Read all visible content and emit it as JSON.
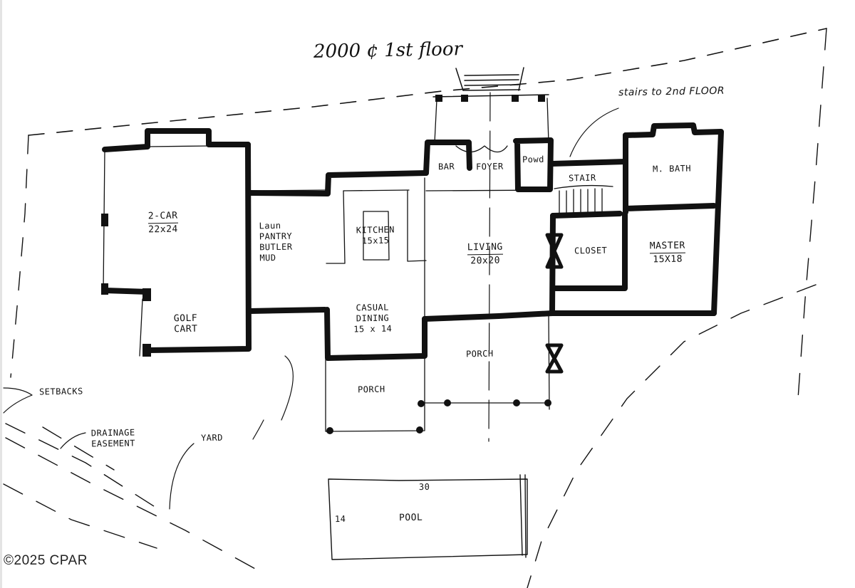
{
  "title": "2000 ¢ 1st floor",
  "annotations": {
    "stairs_note": "stairs to 2nd FLOOR",
    "setbacks": "SETBACKS",
    "drainage": [
      "DRAINAGE",
      "EASEMENT"
    ],
    "yard": "YARD"
  },
  "rooms": {
    "garage": {
      "name": "2-CAR",
      "dims": "22x24"
    },
    "golf_cart": {
      "lines": [
        "GOLF",
        "CART"
      ]
    },
    "utility": {
      "lines": [
        "Laun",
        "PANTRY",
        "BUTLER",
        "MUD"
      ]
    },
    "kitchen": {
      "name": "KITCHEN",
      "dims": "15x15"
    },
    "casual_dining": {
      "lines": [
        "CASUAL",
        "DINING",
        "15 x 14"
      ]
    },
    "bar": {
      "name": "BAR"
    },
    "foyer": {
      "name": "FOYER"
    },
    "powder": {
      "name": "Powd"
    },
    "stair": {
      "name": "STAIR"
    },
    "living": {
      "name": "LIVING",
      "dims": "20x20"
    },
    "closet": {
      "name": "CLOSET"
    },
    "master_bath": {
      "name": "M. BATH"
    },
    "master": {
      "name": "MASTER",
      "dims": "15X18"
    },
    "porch_left": {
      "name": "PORCH"
    },
    "porch_center": {
      "name": "PORCH"
    }
  },
  "pool": {
    "name": "POOL",
    "length": "30",
    "width": "14"
  },
  "copyright": "©2025 CPAR",
  "colors": {
    "ink": "#111111",
    "background": "#ffffff",
    "light_line": "#555555"
  }
}
